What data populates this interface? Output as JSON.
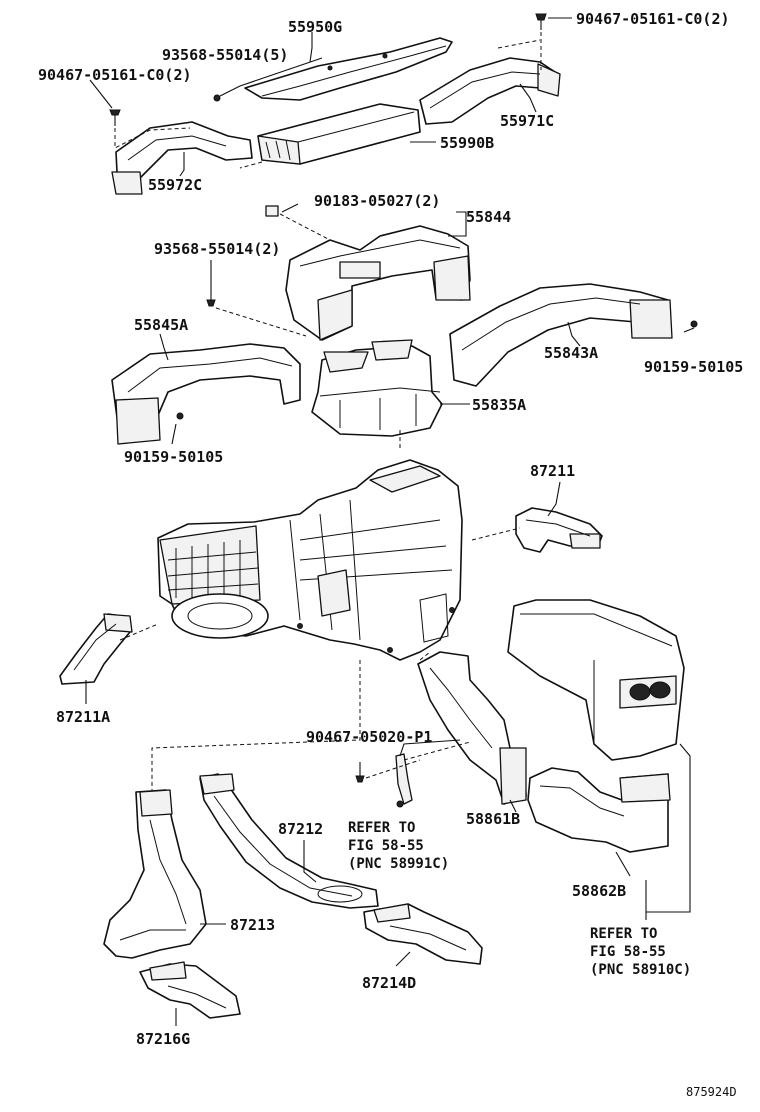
{
  "diagram": {
    "figure_id": "875924D",
    "labels": {
      "p55950G": "55950G",
      "p93568_55014_5": "93568-55014(5)",
      "p90467_05161_C0_2_top": "90467-05161-C0(2)",
      "p90467_05161_C0_2_left": "90467-05161-C0(2)",
      "p55971C": "55971C",
      "p55990B": "55990B",
      "p55972C": "55972C",
      "p90183_05027_2": "90183-05027(2)",
      "p55844": "55844",
      "p93568_55014_2": "93568-55014(2)",
      "p55845A": "55845A",
      "p55843A": "55843A",
      "p90159_50105_right": "90159-50105",
      "p55835A": "55835A",
      "p90159_50105_left": "90159-50105",
      "p87211": "87211",
      "p87211A": "87211A",
      "p90467_05020_P1": "90467-05020-P1",
      "p58861B": "58861B",
      "p87212": "87212",
      "p87213": "87213",
      "p58862B": "58862B",
      "p87214D": "87214D",
      "p87216G": "87216G"
    },
    "notes": {
      "refer_a": [
        "REFER TO",
        "FIG 58-55",
        "(PNC 58991C)"
      ],
      "refer_b": [
        "REFER TO",
        "FIG 58-55",
        "(PNC 58910C)"
      ]
    }
  }
}
